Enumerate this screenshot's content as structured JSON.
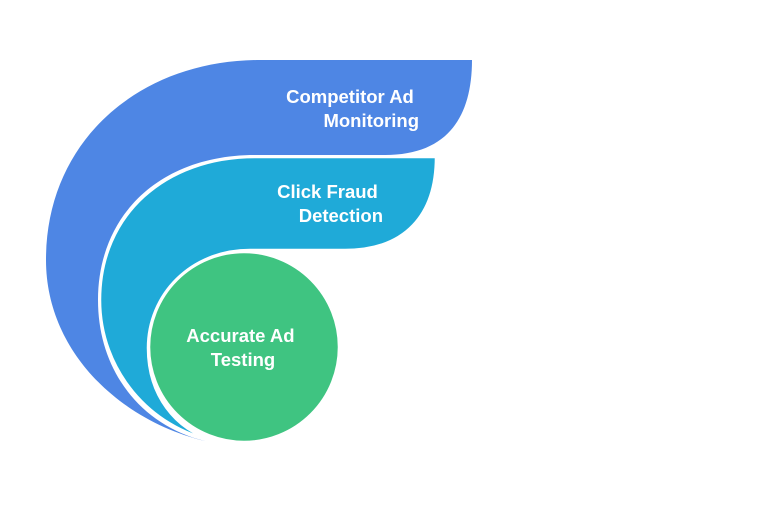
{
  "diagram": {
    "layers": [
      {
        "id": "outer",
        "label_lines": [
          "Competitor Ad",
          "Monitoring"
        ],
        "color": "#4E86E4"
      },
      {
        "id": "middle",
        "label_lines": [
          "Click Fraud",
          "Detection"
        ],
        "color": "#1FAAD8"
      },
      {
        "id": "core",
        "label_lines": [
          "Accurate Ad",
          "Testing"
        ],
        "color": "#3FC481"
      }
    ],
    "separator_color": "#ffffff"
  }
}
